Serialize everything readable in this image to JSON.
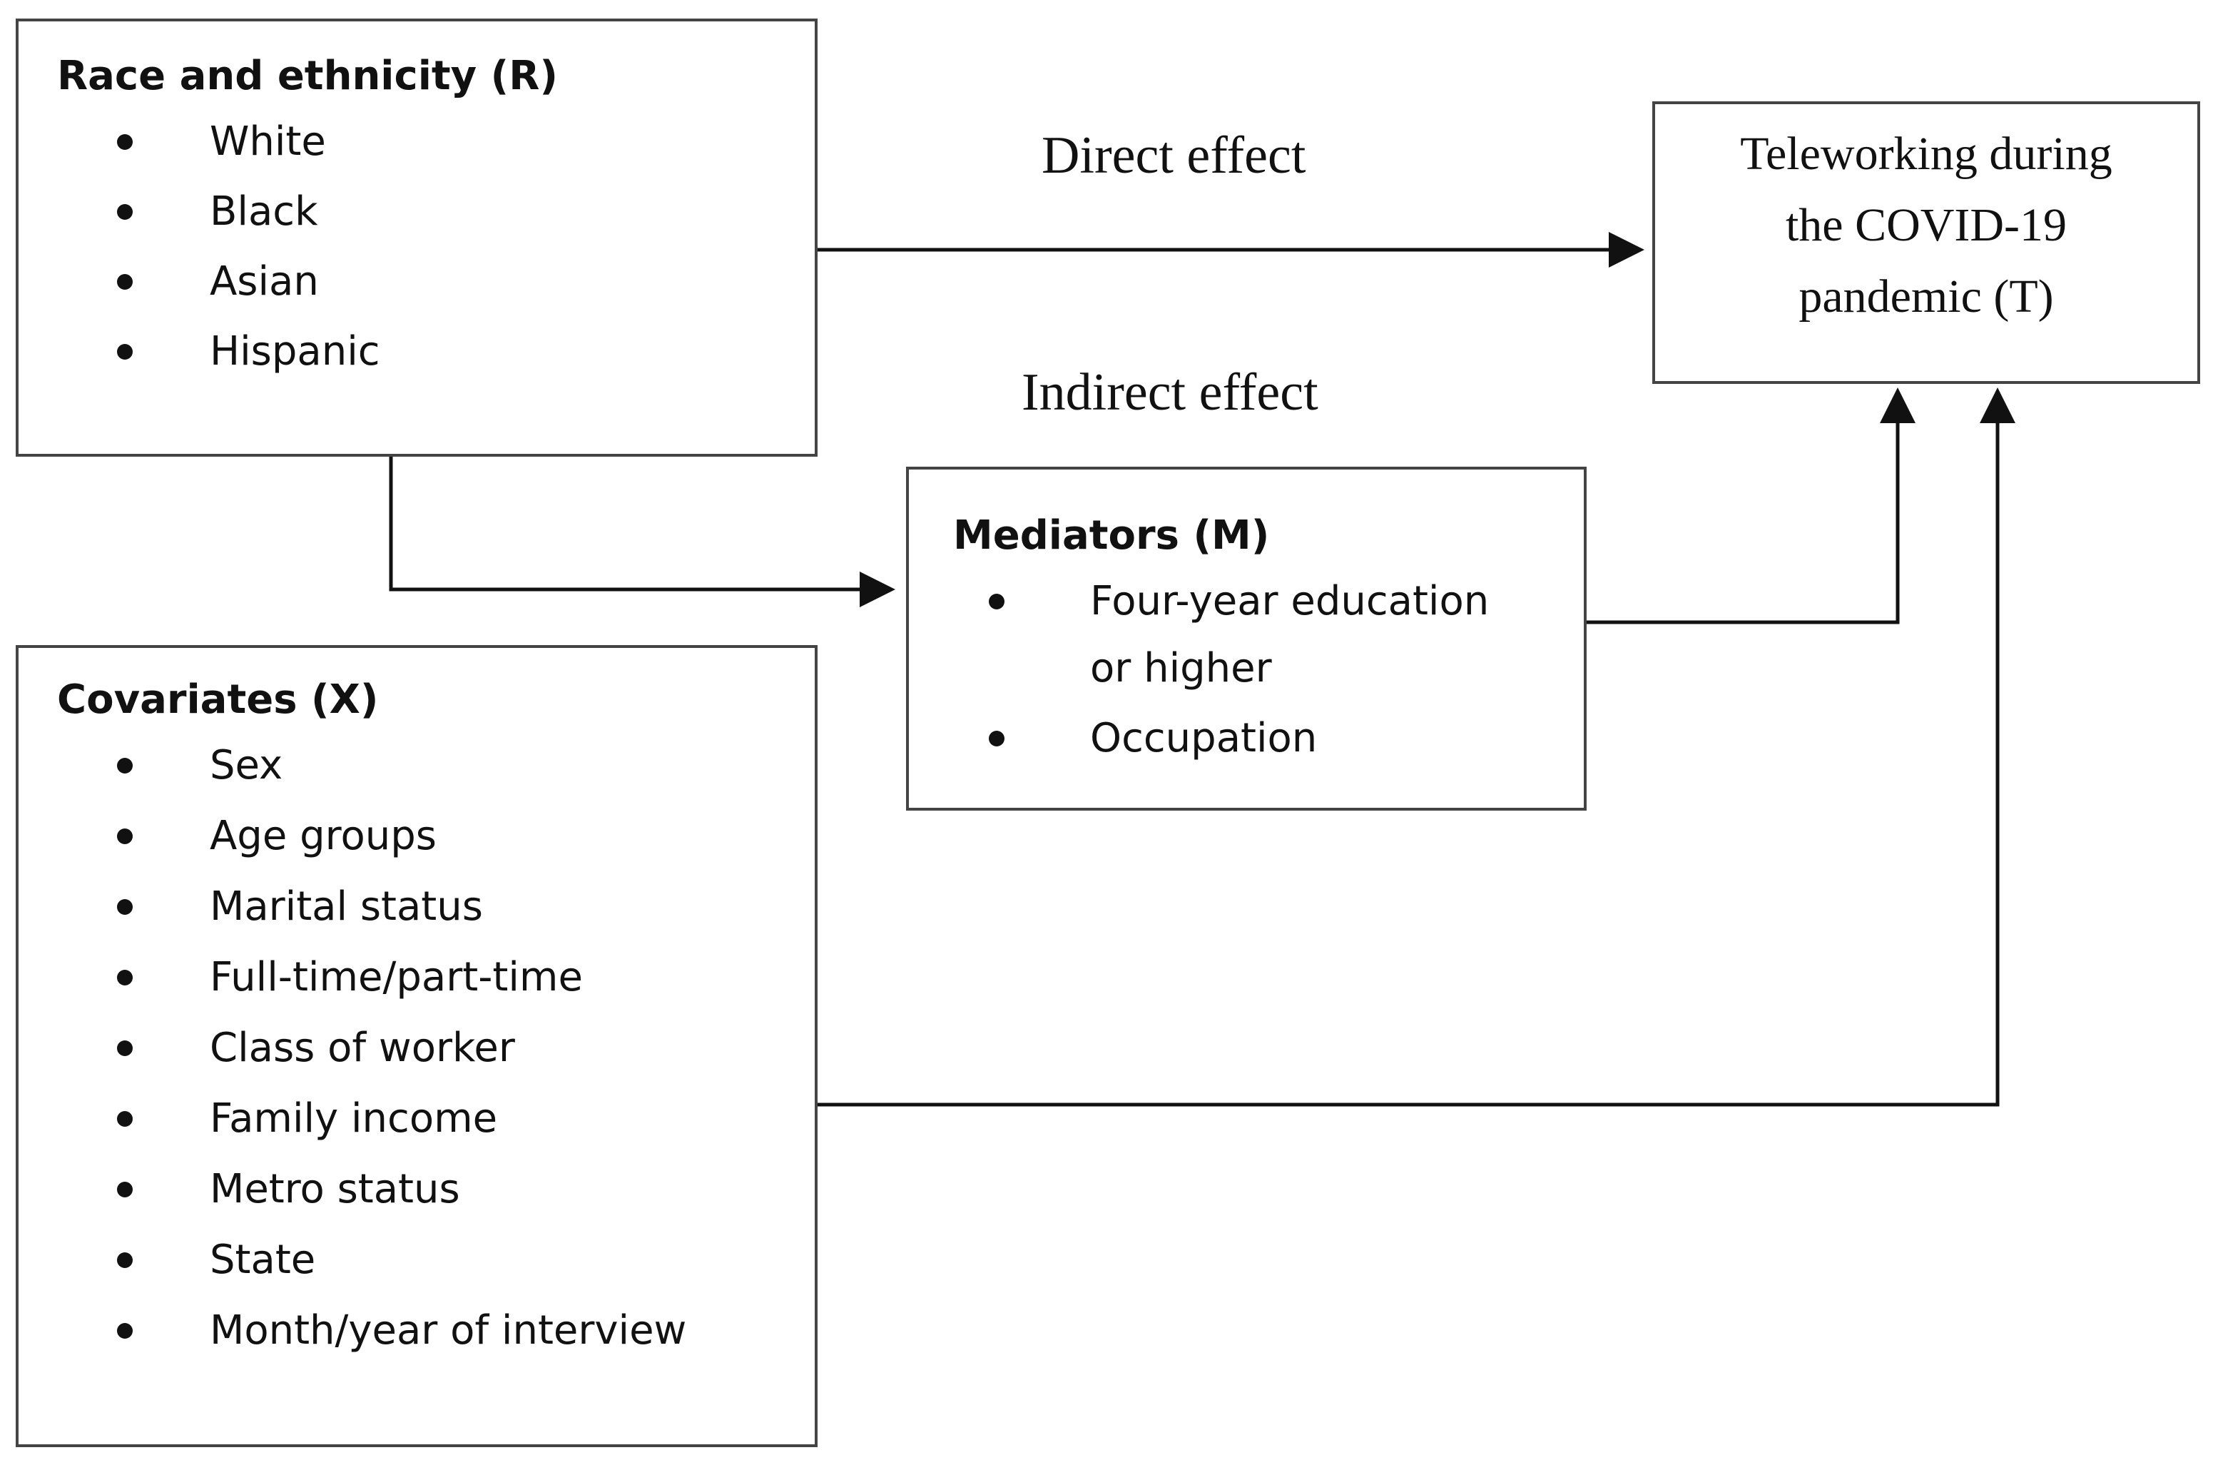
{
  "race_box": {
    "heading": "Race and ethnicity (R)",
    "items": [
      "White",
      "Black",
      "Asian",
      "Hispanic"
    ]
  },
  "covariates_box": {
    "heading": "Covariates (X)",
    "items": [
      "Sex",
      "Age groups",
      "Marital status",
      "Full-time/part-time",
      "Class of worker",
      "Family income",
      "Metro status",
      "State",
      "Month/year of interview"
    ]
  },
  "mediators_box": {
    "heading": "Mediators (M)",
    "items": [
      "Four-year education",
      "or higher",
      "Occupation"
    ]
  },
  "outcome_box": {
    "lines": [
      "Teleworking during",
      "the COVID-19",
      "pandemic (T)"
    ]
  },
  "labels": {
    "direct_effect": "Direct effect",
    "indirect_effect": "Indirect effect"
  },
  "colors": {
    "box_border": "#444444",
    "line": "#111111",
    "text": "#111111"
  }
}
